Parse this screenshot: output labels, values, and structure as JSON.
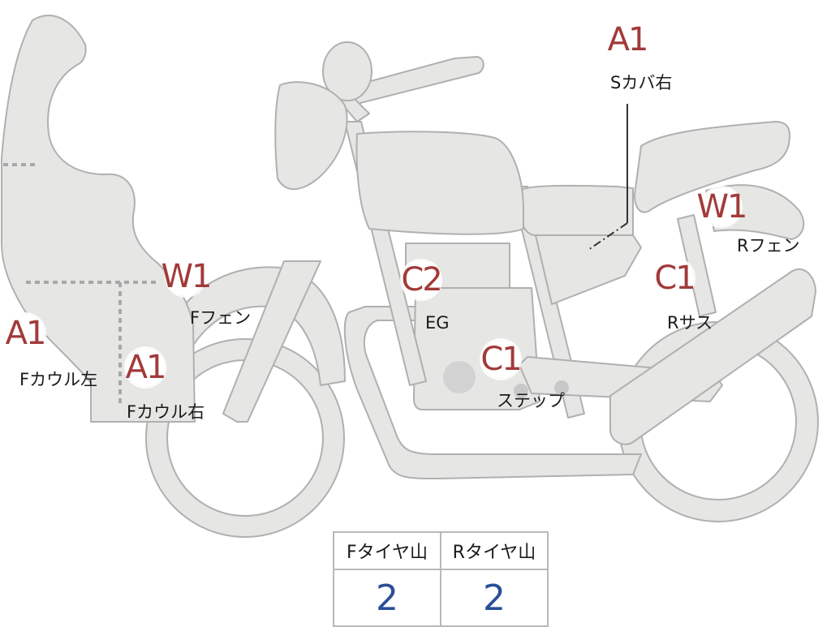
{
  "diagram": {
    "marks": [
      {
        "id": "s-cover-r",
        "grade": "A1",
        "label": "Sカバ右"
      },
      {
        "id": "r-fender",
        "grade": "W1",
        "label": "Rフェン"
      },
      {
        "id": "f-fender",
        "grade": "W1",
        "label": "Fフェン"
      },
      {
        "id": "f-cowl-l",
        "grade": "A1",
        "label": "Fカウル左"
      },
      {
        "id": "f-cowl-r",
        "grade": "A1",
        "label": "Fカウル右"
      },
      {
        "id": "engine",
        "grade": "C2",
        "label": "EG"
      },
      {
        "id": "step",
        "grade": "C1",
        "label": "ステップ"
      },
      {
        "id": "r-susp",
        "grade": "C1",
        "label": "Rサス"
      }
    ]
  },
  "tread": {
    "headers": [
      "Fタイヤ山",
      "Rタイヤ山"
    ],
    "values": [
      "2",
      "2"
    ]
  },
  "colors": {
    "body": "#e6e6e4",
    "outline": "#b0b0b0",
    "grade": "#a23a3a",
    "value": "#2b4f97"
  }
}
